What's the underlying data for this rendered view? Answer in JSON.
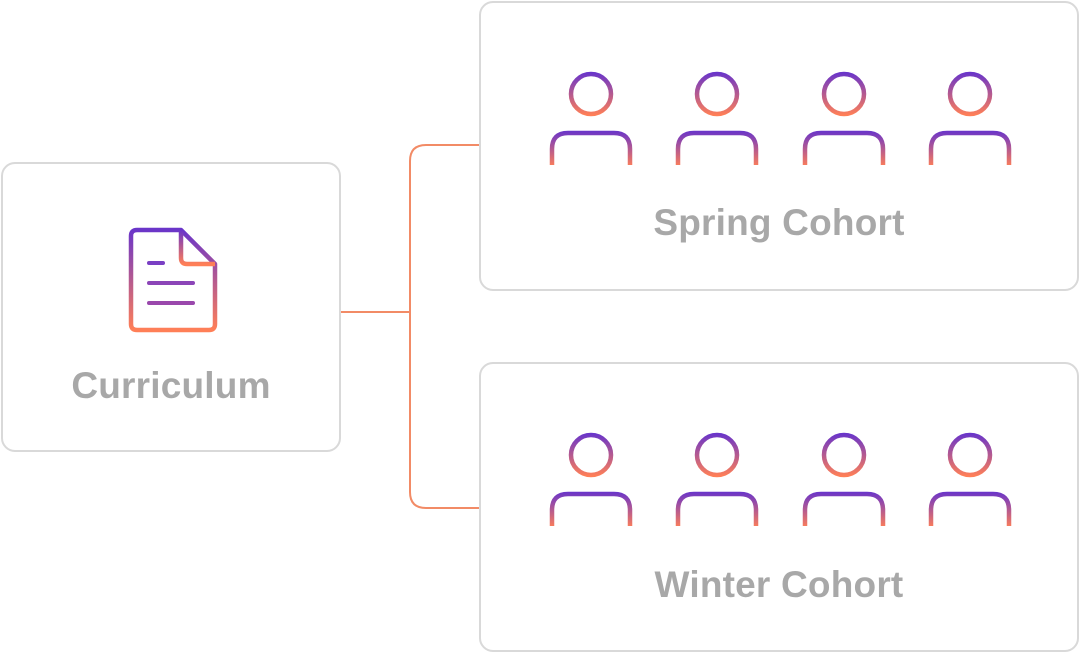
{
  "diagram": {
    "source": {
      "label": "Curriculum",
      "icon": "document-icon"
    },
    "targets": [
      {
        "label": "Spring Cohort",
        "icon": "person-icon",
        "people_count": 4
      },
      {
        "label": "Winter Cohort",
        "icon": "person-icon",
        "people_count": 4
      }
    ]
  },
  "colors": {
    "border": "#d9d9d9",
    "label": "#a8a8a8",
    "connector": "#f28b66",
    "gradient_top": "#6a35c9",
    "gradient_bottom": "#ff7f57"
  }
}
